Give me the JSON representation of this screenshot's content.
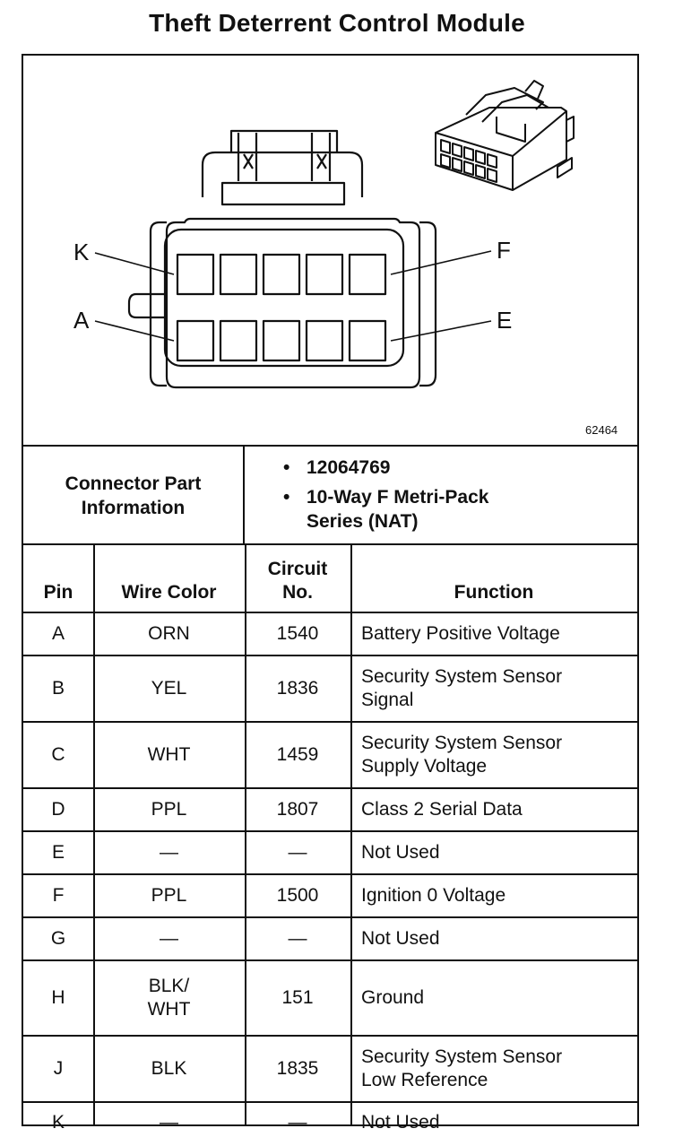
{
  "title": "Theft Deterrent Control Module",
  "diagram": {
    "pin_labels": {
      "top_left": "K",
      "top_right": "F",
      "bottom_left": "A",
      "bottom_right": "E"
    },
    "figure_id": "62464"
  },
  "connector_info": {
    "label_line1": "Connector Part",
    "label_line2": "Information",
    "items": [
      {
        "bullet": "•",
        "line1": "12064769",
        "line2": ""
      },
      {
        "bullet": "•",
        "line1": "10-Way F Metri-Pack",
        "line2": "Series (NAT)"
      }
    ]
  },
  "table": {
    "headers": {
      "pin": "Pin",
      "wire_color": "Wire Color",
      "circuit_line1": "Circuit",
      "circuit_line2": "No.",
      "function": "Function"
    },
    "rows": [
      {
        "pin": "A",
        "color1": "ORN",
        "color2": "",
        "circuit": "1540",
        "func1": "Battery Positive Voltage",
        "func2": ""
      },
      {
        "pin": "B",
        "color1": "YEL",
        "color2": "",
        "circuit": "1836",
        "func1": "Security System Sensor",
        "func2": "Signal"
      },
      {
        "pin": "C",
        "color1": "WHT",
        "color2": "",
        "circuit": "1459",
        "func1": "Security System Sensor",
        "func2": "Supply Voltage"
      },
      {
        "pin": "D",
        "color1": "PPL",
        "color2": "",
        "circuit": "1807",
        "func1": "Class 2 Serial Data",
        "func2": ""
      },
      {
        "pin": "E",
        "color1": "—",
        "color2": "",
        "circuit": "—",
        "func1": "Not Used",
        "func2": ""
      },
      {
        "pin": "F",
        "color1": "PPL",
        "color2": "",
        "circuit": "1500",
        "func1": "Ignition 0 Voltage",
        "func2": ""
      },
      {
        "pin": "G",
        "color1": "—",
        "color2": "",
        "circuit": "—",
        "func1": "Not Used",
        "func2": ""
      },
      {
        "pin": "H",
        "color1": "BLK/",
        "color2": "WHT",
        "circuit": "151",
        "func1": "Ground",
        "func2": ""
      },
      {
        "pin": "J",
        "color1": "BLK",
        "color2": "",
        "circuit": "1835",
        "func1": "Security System Sensor",
        "func2": "Low Reference"
      },
      {
        "pin": "K",
        "color1": "—",
        "color2": "",
        "circuit": "—",
        "func1": "Not Used",
        "func2": ""
      }
    ]
  }
}
